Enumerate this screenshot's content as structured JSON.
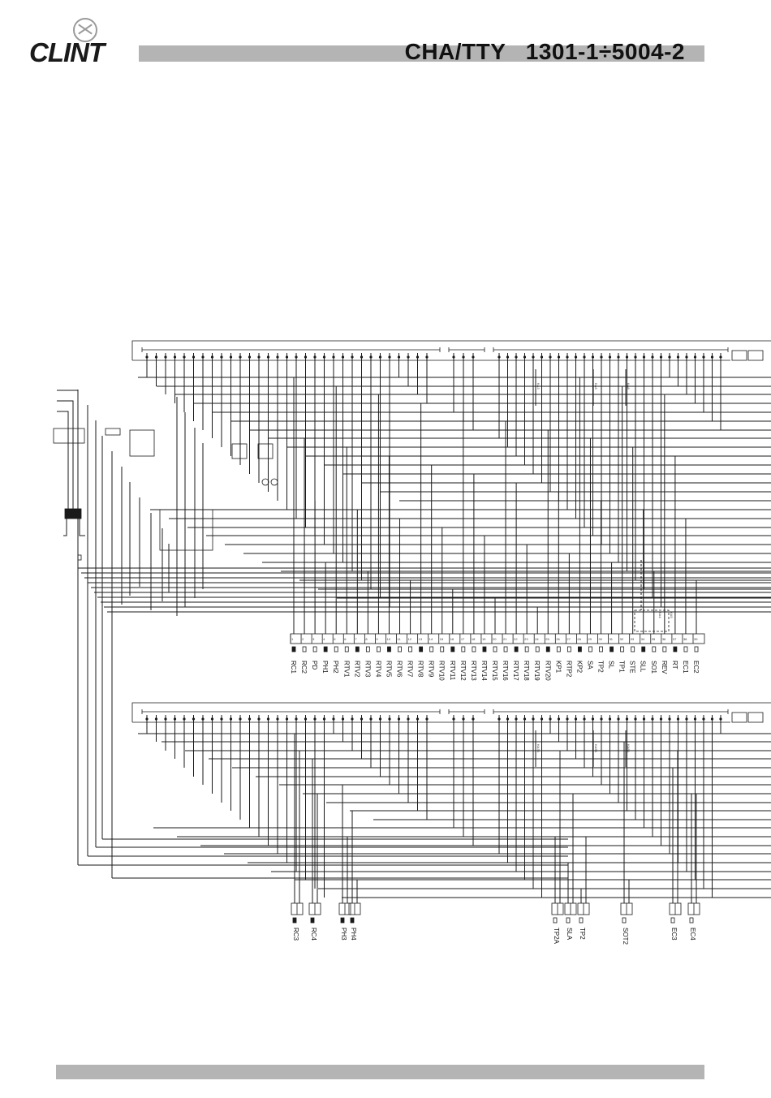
{
  "header": {
    "brand": "CLINT",
    "model": "CHA/TTY   1301-1÷5004-2"
  },
  "diagram": {
    "top_terminals": [
      "RC1",
      "RC2",
      "PD",
      "PH1",
      "PH2",
      "RTV1",
      "RTV2",
      "RTV3",
      "RTV4",
      "RTV5",
      "RTV6",
      "RTV7",
      "RTV8",
      "RTV9",
      "RTV10",
      "RTV11",
      "RTV12",
      "RTV13",
      "RTV14",
      "RTV15",
      "RTV16",
      "RTV17",
      "RTV18",
      "RTV19",
      "RTV20",
      "KP1",
      "RTP2",
      "KP2",
      "SA",
      "TP2",
      "SL",
      "TP1",
      "STE",
      "SLL",
      "SO1",
      "REV",
      "RT",
      "EC1",
      "EC2"
    ],
    "top_relays": [
      "KA3",
      "KA6",
      "KA8"
    ],
    "bottom_relays": [
      "KA3A",
      "KA5A",
      "KA8A"
    ],
    "rev_relays": [
      "KA4",
      "KA5"
    ],
    "bottom_terminals": [
      "RC3",
      "RC4",
      "PH3",
      "PH4",
      "TP2A",
      "SLA",
      "TP2",
      "SOT2",
      "EC3",
      "EC4"
    ]
  },
  "colors": {
    "line": "#1a1a1a",
    "bar": "#b4b4b4"
  }
}
